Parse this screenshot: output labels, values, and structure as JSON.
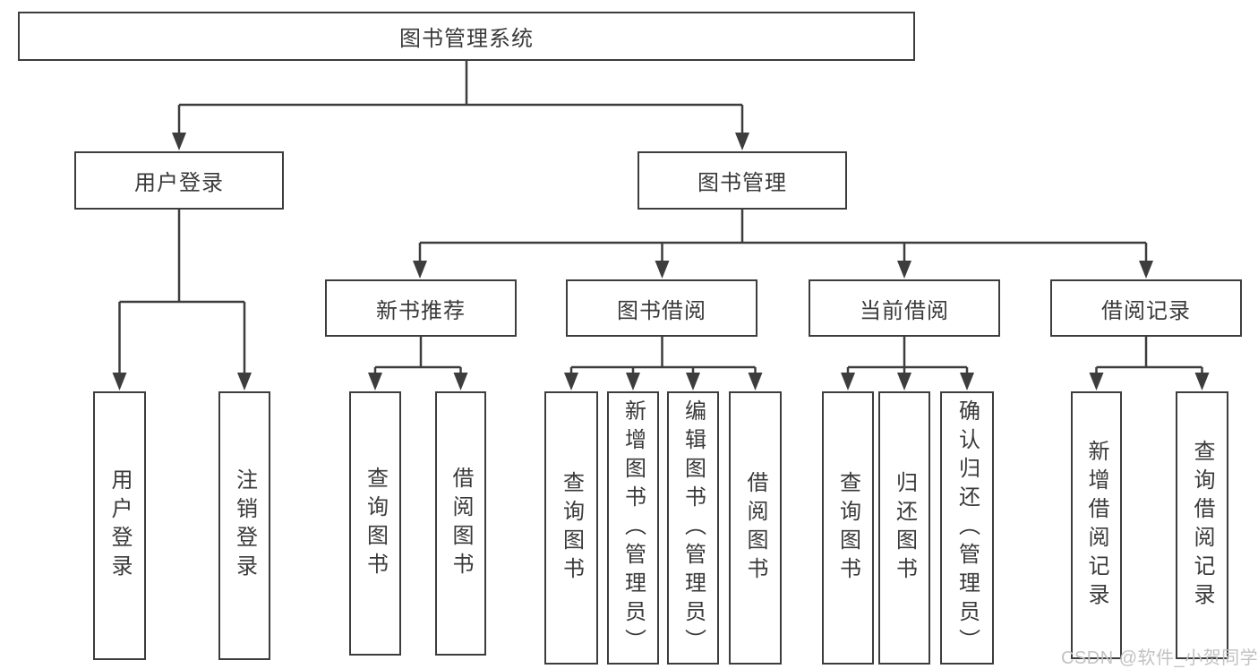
{
  "root": {
    "label": "图书管理系统"
  },
  "level2": [
    {
      "label": "用户登录"
    },
    {
      "label": "图书管理"
    }
  ],
  "level3": [
    {
      "label": "新书推荐"
    },
    {
      "label": "图书借阅"
    },
    {
      "label": "当前借阅"
    },
    {
      "label": "借阅记录"
    }
  ],
  "leaves": {
    "login": [
      "用户登录",
      "注销登录"
    ],
    "recommend": [
      "查询图书",
      "借阅图书"
    ],
    "borrow": [
      "查询图书",
      "新增图书（管理员）",
      "编辑图书（管理员）",
      "借阅图书"
    ],
    "current": [
      "查询图书",
      "归还图书",
      "确认归还（管理员）"
    ],
    "records": [
      "新增借阅记录",
      "查询借阅记录"
    ]
  },
  "watermark": "CSDN @软件_小贺同学",
  "colors": {
    "line": "#3d3d3d",
    "text": "#3a3a3a",
    "watermark": "#c2c2c2",
    "background": "#ffffff"
  }
}
